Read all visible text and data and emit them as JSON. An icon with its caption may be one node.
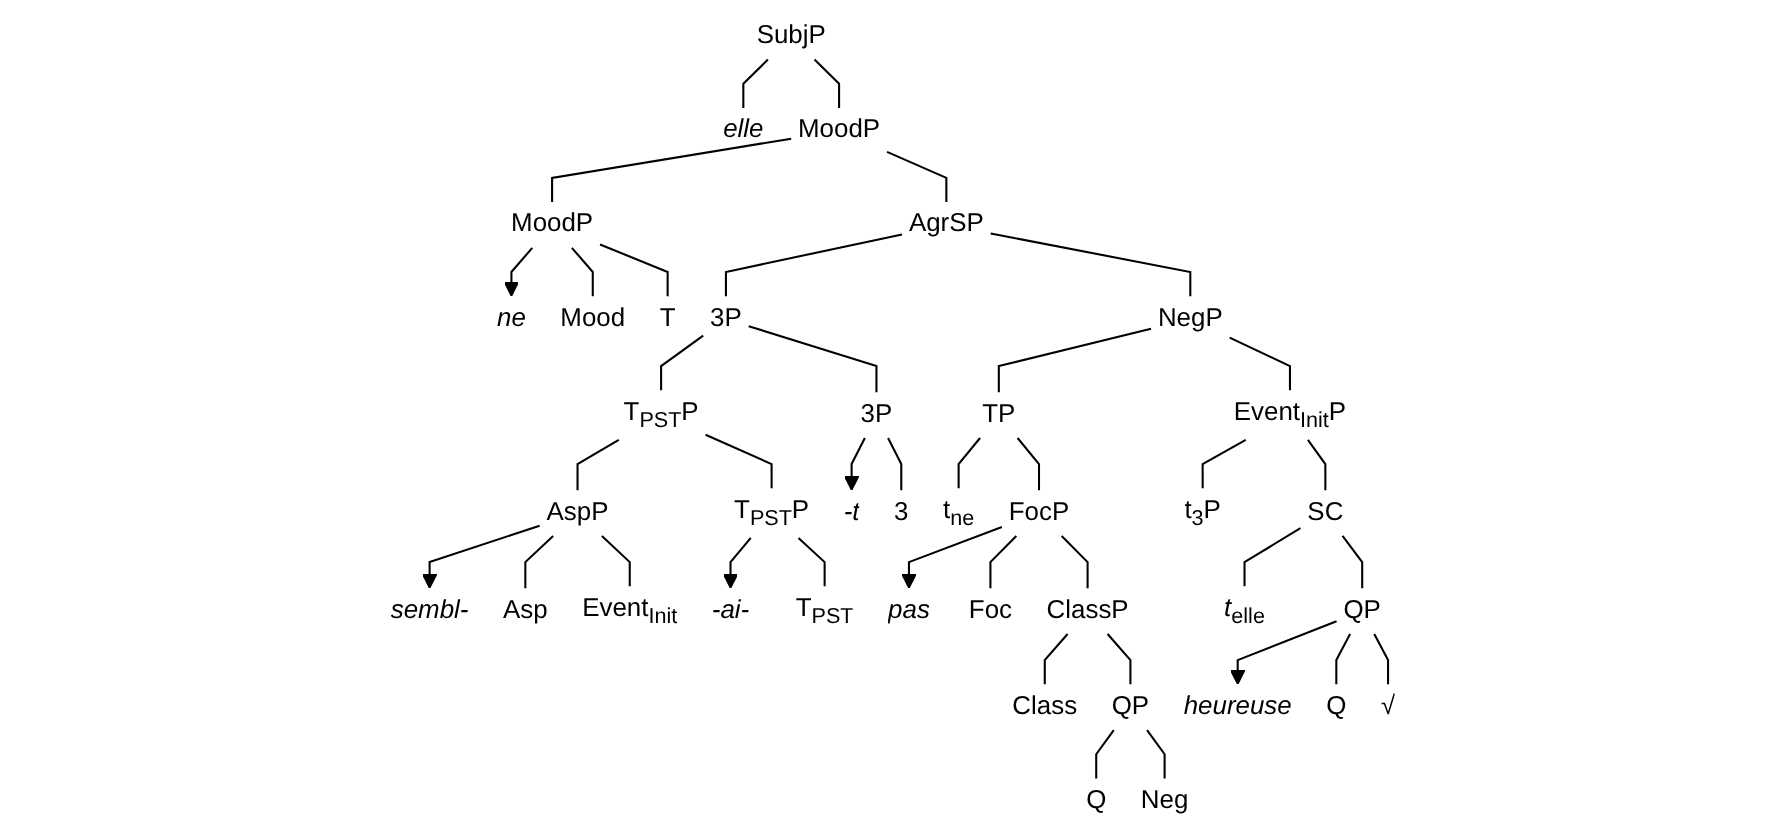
{
  "diagram": {
    "nodes": [
      {
        "text": [
          "SubjP"
        ]
      },
      {
        "text": [
          "elle"
        ]
      },
      {
        "text": [
          "MoodP"
        ]
      },
      {
        "text": [
          "ne"
        ]
      },
      {
        "text": [
          "MoodP"
        ]
      },
      {
        "text": [
          "AgrSP"
        ]
      },
      {
        "text": [
          "Mood"
        ]
      },
      {
        "text": [
          "T"
        ]
      },
      {
        "text": [
          "3P"
        ]
      },
      {
        "text": [
          "NegP"
        ]
      },
      {
        "text": [
          "T$_{PST}$P"
        ]
      },
      {
        "text": [
          "3P"
        ]
      },
      {
        "text": [
          "-t"
        ]
      },
      {
        "text": [
          "TP"
        ]
      },
      {
        "text": [
          "Event$_{Init}$P"
        ]
      },
      {
        "text": [
          "sembl-"
        ]
      },
      {
        "text": [
          "AspP"
        ]
      },
      {
        "text": [
          "T$_{PST}$P"
        ]
      },
      {
        "text": [
          "-ai-"
        ]
      },
      {
        "text": [
          "3"
        ]
      },
      {
        "text": [
          "t$_{ne}$"
        ]
      },
      {
        "text": [
          "FocP"
        ]
      },
      {
        "text": [
          "pas"
        ]
      },
      {
        "text": [
          "t$_{3}$P"
        ]
      },
      {
        "text": [
          "SC"
        ]
      },
      {
        "text": [
          "Asp"
        ]
      },
      {
        "text": [
          "Event$_{Init}$"
        ]
      },
      {
        "text": [
          "T$_{PST}$"
        ]
      },
      {
        "text": [
          "Foc"
        ]
      },
      {
        "text": [
          "ClassP"
        ]
      },
      {
        "text": [
          "*t*$_{elle}$"
        ]
      },
      {
        "text": [
          "QP"
        ]
      },
      {
        "text": [
          "heureuse"
        ]
      },
      {
        "text": [
          "Class"
        ]
      },
      {
        "text": [
          "QP"
        ]
      },
      {
        "text": [
          "Q"
        ]
      },
      {
        "text": [
          "√"
        ]
      },
      {
        "text": [
          "Q"
        ]
      },
      {
        "text": [
          "Neg"
        ]
      }
    ],
    "edges": [
      {
        "from": 0,
        "to": 1,
        "arrow": "none"
      },
      {
        "from": 0,
        "to": 2,
        "arrow": "none"
      },
      {
        "from": 2,
        "to": 4,
        "arrow": "none"
      },
      {
        "from": 2,
        "to": 5,
        "arrow": "none"
      },
      {
        "from": 4,
        "to": 3,
        "arrow": "to"
      },
      {
        "from": 4,
        "to": 6,
        "arrow": "none"
      },
      {
        "from": 4,
        "to": 7,
        "arrow": "none"
      },
      {
        "from": 5,
        "to": 8,
        "arrow": "none"
      },
      {
        "from": 5,
        "to": 9,
        "arrow": "none"
      },
      {
        "from": 8,
        "to": 10,
        "arrow": "none"
      },
      {
        "from": 8,
        "to": 11,
        "arrow": "none"
      },
      {
        "from": 11,
        "to": 12,
        "arrow": "to"
      },
      {
        "from": 11,
        "to": 19,
        "arrow": "none"
      },
      {
        "from": 9,
        "to": 13,
        "arrow": "none"
      },
      {
        "from": 9,
        "to": 14,
        "arrow": "none"
      },
      {
        "from": 10,
        "to": 16,
        "arrow": "none"
      },
      {
        "from": 10,
        "to": 17,
        "arrow": "none"
      },
      {
        "from": 16,
        "to": 15,
        "arrow": "to"
      },
      {
        "from": 17,
        "to": 18,
        "arrow": "to"
      },
      {
        "from": 17,
        "to": 27,
        "arrow": "none"
      },
      {
        "from": 13,
        "to": 20,
        "arrow": "none"
      },
      {
        "from": 13,
        "to": 21,
        "arrow": "none"
      },
      {
        "from": 21,
        "to": 22,
        "arrow": "to"
      },
      {
        "from": 14,
        "to": 23,
        "arrow": "none"
      },
      {
        "from": 14,
        "to": 24,
        "arrow": "none"
      },
      {
        "from": 16,
        "to": 25,
        "arrow": "none"
      },
      {
        "from": 16,
        "to": 26,
        "arrow": "none"
      },
      {
        "from": 21,
        "to": 28,
        "arrow": "none"
      },
      {
        "from": 21,
        "to": 29,
        "arrow": "none"
      },
      {
        "from": 24,
        "to": 30,
        "arrow": "none"
      },
      {
        "from": 24,
        "to": 31,
        "arrow": "none"
      },
      {
        "from": 31,
        "to": 32,
        "arrow": "to"
      },
      {
        "from": 29,
        "to": 33,
        "arrow": "none"
      },
      {
        "from": 29,
        "to": 34,
        "arrow": "none"
      },
      {
        "from": 31,
        "to": 35,
        "arrow": "none"
      },
      {
        "from": 31,
        "to": 36,
        "arrow": "none"
      },
      {
        "from": 34,
        "to": 37,
        "arrow": "none"
      },
      {
        "from": 34,
        "to": 38,
        "arrow": "none"
      }
    ]
  }
}
